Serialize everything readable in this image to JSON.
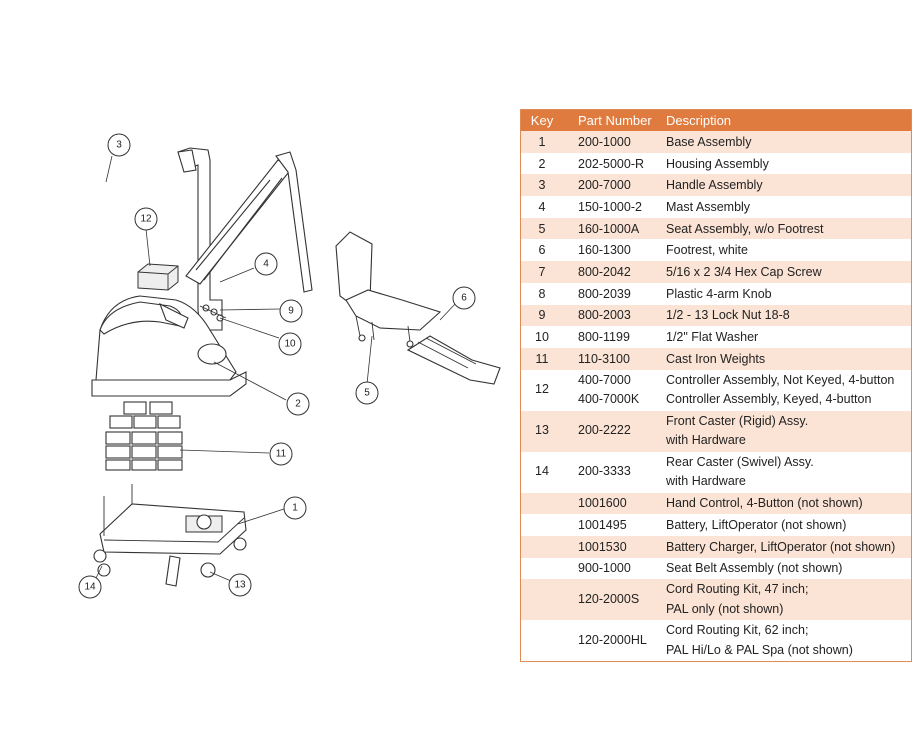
{
  "callouts": [
    "1",
    "2",
    "3",
    "4",
    "5",
    "6",
    "9",
    "10",
    "11",
    "12",
    "13",
    "14"
  ],
  "table": {
    "headers": {
      "key": "Key",
      "part": "Part Number",
      "desc": "Description"
    },
    "rows": [
      {
        "key": "1",
        "part": "200-1000",
        "desc": "Base Assembly"
      },
      {
        "key": "2",
        "part": "202-5000-R",
        "desc": "Housing Assembly"
      },
      {
        "key": "3",
        "part": "200-7000",
        "desc": "Handle Assembly"
      },
      {
        "key": "4",
        "part": "150-1000-2",
        "desc": "Mast Assembly"
      },
      {
        "key": "5",
        "part": "160-1000A",
        "desc": "Seat Assembly, w/o Footrest"
      },
      {
        "key": "6",
        "part": "160-1300",
        "desc": "Footrest, white"
      },
      {
        "key": "7",
        "part": "800-2042",
        "desc": "5/16 x 2 3/4 Hex Cap Screw"
      },
      {
        "key": "8",
        "part": "800-2039",
        "desc": "Plastic 4-arm Knob"
      },
      {
        "key": "9",
        "part": "800-2003",
        "desc": "1/2 - 13 Lock Nut 18-8"
      },
      {
        "key": "10",
        "part": "800-1199",
        "desc": "1/2\" Flat Washer"
      },
      {
        "key": "11",
        "part": "110-3100",
        "desc": "Cast Iron Weights"
      },
      {
        "key": "12",
        "part": "400-7000",
        "part2": "400-7000K",
        "desc": "Controller Assembly, Not Keyed, 4-button",
        "desc2": "Controller Assembly, Keyed, 4-button"
      },
      {
        "key": "13",
        "part": "200-2222",
        "desc": "Front Caster (Rigid) Assy.",
        "desc2": "with Hardware"
      },
      {
        "key": "14",
        "part": "200-3333",
        "desc": "Rear Caster (Swivel) Assy.",
        "desc2": "with Hardware"
      },
      {
        "key": "",
        "part": "1001600",
        "desc": "Hand Control, 4-Button (not shown)"
      },
      {
        "key": "",
        "part": "1001495",
        "desc": "Battery, LiftOperator (not shown)"
      },
      {
        "key": "",
        "part": "1001530",
        "desc": "Battery Charger, LiftOperator (not shown)"
      },
      {
        "key": "",
        "part": "900-1000",
        "desc": "Seat Belt Assembly (not shown)"
      },
      {
        "key": "",
        "part": "120-2000S",
        "desc": "Cord Routing Kit, 47 inch;",
        "desc2": "PAL only (not shown)"
      },
      {
        "key": "",
        "part": "120-2000HL",
        "desc": "Cord Routing Kit, 62 inch;",
        "desc2": "PAL Hi/Lo & PAL Spa (not shown)"
      }
    ]
  }
}
